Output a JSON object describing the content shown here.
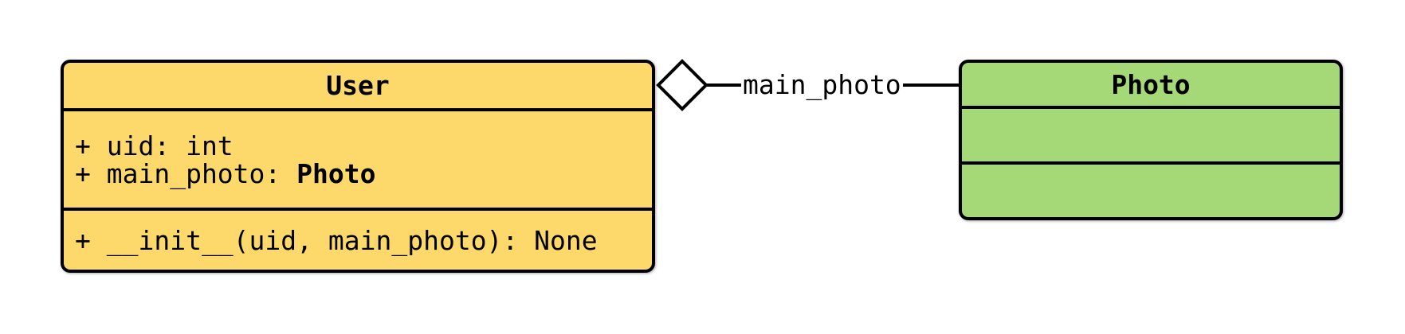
{
  "diagram": {
    "kind": "uml-class-diagram",
    "user_class": {
      "title": "User",
      "attr_uid": "+ uid: int",
      "attr_main_photo_prefix": "+ main_photo: ",
      "attr_main_photo_type": "Photo",
      "method_init": "+ __init__(uid, main_photo): None"
    },
    "photo_class": {
      "title": "Photo"
    },
    "relation": {
      "label": "main_photo",
      "type": "aggregation",
      "diamond_side": "User"
    }
  },
  "colors": {
    "user_fill": "#FCD96A",
    "photo_fill": "#A5D978",
    "border": "#000000",
    "diamond_fill": "#FFFFFF",
    "background": "#FFFFFF"
  }
}
